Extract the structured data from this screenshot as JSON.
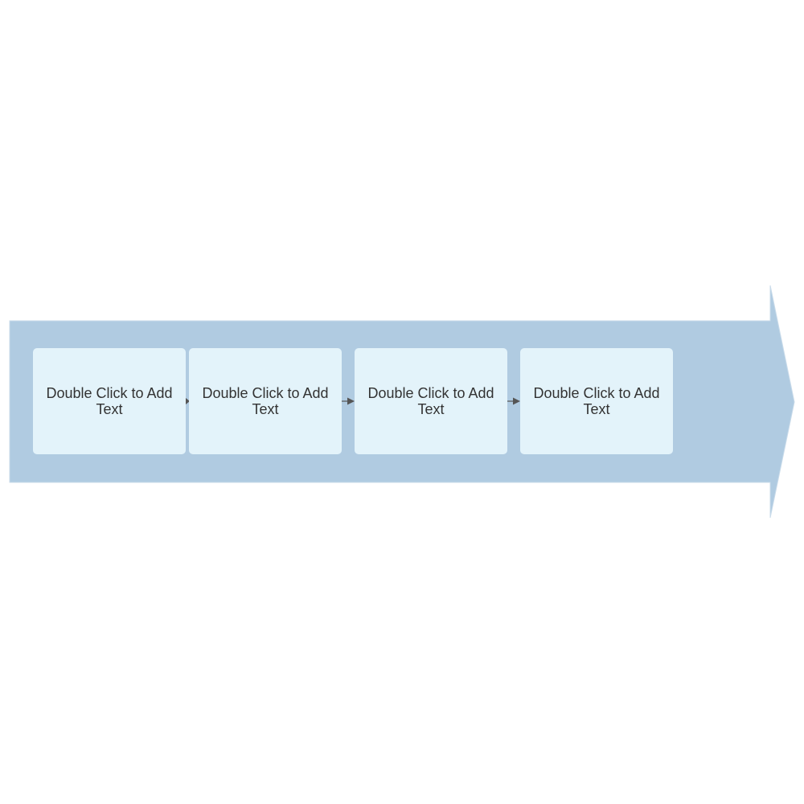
{
  "colors": {
    "background": "#ffffff",
    "arrow_fill": "#b0cbe1",
    "arrow_stroke": "#c9dbea",
    "box_fill": "#e3f3fa",
    "connector": "#555555",
    "text": "#333333"
  },
  "steps": [
    {
      "label": "Double Click to Add Text"
    },
    {
      "label": "Double Click to Add Text"
    },
    {
      "label": "Double Click to Add Text"
    },
    {
      "label": "Double Click to Add Text"
    }
  ]
}
